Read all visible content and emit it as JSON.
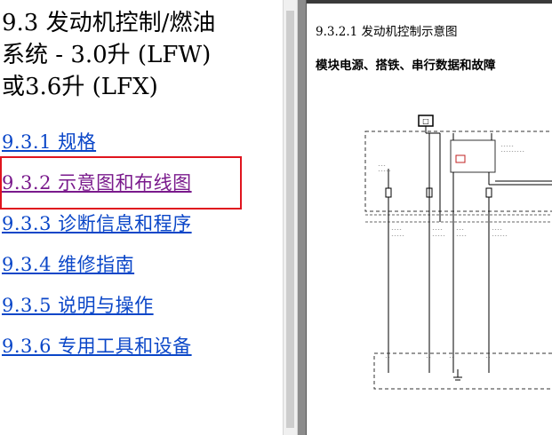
{
  "left_pane": {
    "title_lines": [
      "9.3 发动机控制/燃油",
      "系统 - 3.0升 (LFW)",
      "或3.6升 (LFX)"
    ],
    "toc": [
      {
        "label": "9.3.1 规格"
      },
      {
        "label": "9.3.2 示意图和布线图"
      },
      {
        "label": "9.3.3 诊断信息和程序"
      },
      {
        "label": "9.3.4 维修指南"
      },
      {
        "label": "9.3.5 说明与操作"
      },
      {
        "label": "9.3.6 专用工具和设备"
      }
    ]
  },
  "right_pane": {
    "section_heading": "9.3.2.1 发动机控制示意图",
    "subheading": "模块电源、搭铁、串行数据和故障",
    "diagram_box_label": "□"
  },
  "colors": {
    "link": "#0a46c8",
    "visited_link": "#7a1a8c",
    "highlight_box": "#e0141e"
  }
}
